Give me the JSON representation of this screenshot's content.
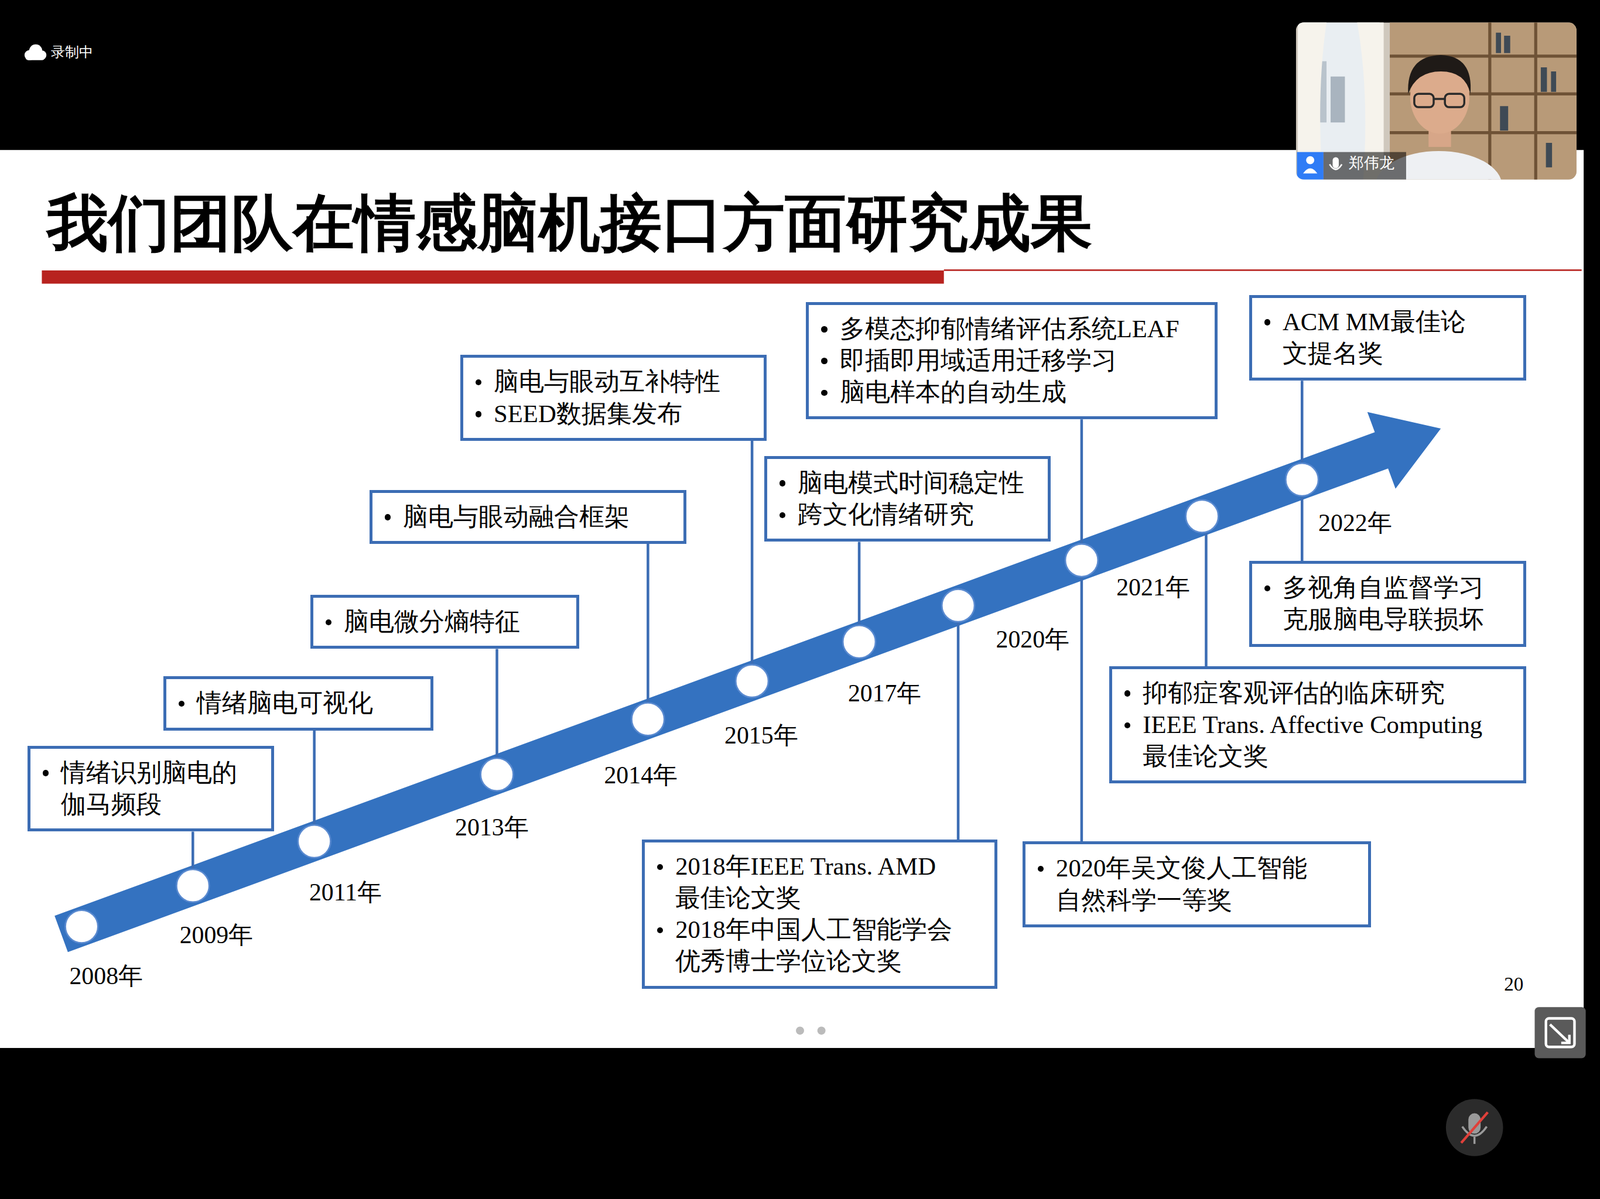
{
  "diagram": {
    "title": "我们团队在情感脑机接口方面研究成果",
    "nodes": [
      {
        "text": [
          "情绪识别脑电的 伽马频段"
        ]
      },
      {
        "text": [
          "情绪脑电可视化"
        ]
      },
      {
        "text": [
          "脑电微分熵特征"
        ]
      },
      {
        "text": [
          "脑电与眼动融合框架"
        ]
      },
      {
        "text": [
          "脑电与眼动互补特性",
          "SEED数据集发布"
        ]
      },
      {
        "text": [
          "脑电模式时间稳定性",
          "跨文化情绪研究"
        ]
      },
      {
        "text": [
          "2018年IEEE Trans. AMD 最佳论文奖",
          "2018年中国人工智能学会 优秀博士学位论文奖"
        ]
      },
      {
        "text": [
          "多模态抑郁情绪评估系统LEAF",
          "即插即用域适用迁移学习",
          "脑电样本的自动生成"
        ]
      },
      {
        "text": [
          "2020年吴文俊人工智能 自然科学一等奖"
        ]
      },
      {
        "text": [
          "抑郁症客观评估的临床研究",
          "IEEE Trans. Affective Computing 最佳论文奖"
        ]
      },
      {
        "text": [
          "ACM MM最佳论 文提名奖"
        ]
      },
      {
        "text": [
          "多视角自监督学习 克服脑电导联损坏"
        ]
      }
    ],
    "labels": [
      "录制中",
      "郑伟龙",
      "2008年",
      "2009年",
      "2011年",
      "2013年",
      "2014年",
      "2015年",
      "2017年",
      "2020年",
      "2021年",
      "2022年",
      "20"
    ]
  }
}
